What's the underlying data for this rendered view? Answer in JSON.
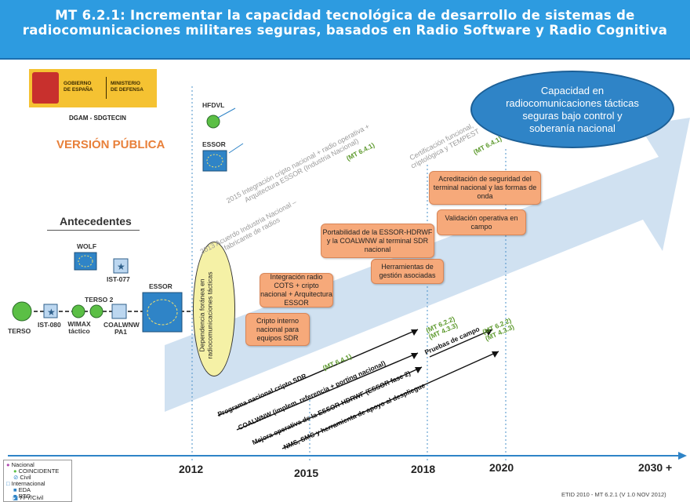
{
  "header": {
    "title": "MT 6.2.1: Incrementar la capacidad tecnológica de desarrollo de sistemas de radiocomunicaciones militares seguras, basados en Radio Software y Radio Cognitiva"
  },
  "logo": {
    "left_text": "GOBIERNO\nDE ESPAÑA",
    "right_text": "MINISTERIO\nDE DEFENSA",
    "org": "DGAM - SDGTECIN"
  },
  "version_label": "VERSIÓN PÚBLICA",
  "goal": "Capacidad en radiocomunicaciones tácticas seguras bajo control y soberanía nacional",
  "antecedentes": {
    "title": "Antecedentes",
    "items": {
      "terso": "TERSO",
      "ist080": "IST-080",
      "wimax": "WIMAX táctico",
      "terso2": "TERSO 2",
      "coalwnw": "COALWNW PA1",
      "wolf": "WOLF",
      "ist077": "IST-077",
      "essor": "ESSOR"
    }
  },
  "top_items": {
    "hfdvl": "HFDVL",
    "essor": "ESSOR"
  },
  "oval_text": "Dependencia foránea en radiocomunicaciones tácticas",
  "boxes": [
    "Cripto interno nacional para equipos SDR",
    "Integración radio COTS + cripto nacional + Arquitectura ESSOR",
    "Herramientas de gestión asociadas",
    "Portabilidad de la ESSOR-HDRWF y la COALWNW al terminal SDR nacional",
    "Validación operativa en campo",
    "Acreditación de seguridad del terminal nacional y las formas de onda"
  ],
  "milestones": {
    "acuerdo": "2013 Acuerdo Industria Nacional – fabricante de radios",
    "integracion": "2015 Integración cripto nacional + radio operativa + Arquitectura ESSOR (Industria Nacional)",
    "integracion_ref": "(MT 6.4.1)",
    "certificacion": "Certificación funcional, criptológica y TEMPEST",
    "certificacion_ref": "(MT 6.4.1)"
  },
  "tasks": [
    {
      "label": "Programa nacional cripto SDR",
      "ref": "(MT 6.4.1)"
    },
    {
      "label": "COALWNW (implem. referencia + porting nacional)",
      "ref": ""
    },
    {
      "label": "Mejora operativa de la ESSOR-HDRWF (ESSOR fase 2)",
      "ref": "(MT 6.2.2)\n(MT 4.3.3)"
    },
    {
      "label": "NMS, SMC y herramienta de apoyo al despliegue",
      "ref": ""
    },
    {
      "label": "Pruebas de campo",
      "ref": "(MT 6.2.2)\n(MT 4.3.3)"
    }
  ],
  "years": [
    "2012",
    "2015",
    "2018",
    "2020",
    "2030 +"
  ],
  "legend": {
    "nacional": "Nacional",
    "coincidente": "COINCIDENTE",
    "civil": "Civil",
    "internacional": "Internacional",
    "eda": "EDA",
    "rto": "RTO",
    "fp7": "FP7/Civil"
  },
  "footer": "ETID 2010 - MT 6.2.1  (V 1.0 NOV 2012)",
  "colors": {
    "banner": "#2d9be0",
    "box": "#f6a97a",
    "cloud": "#2f84c7",
    "arrow": "#c3d9ec",
    "green_ref": "#5e9a2e"
  }
}
